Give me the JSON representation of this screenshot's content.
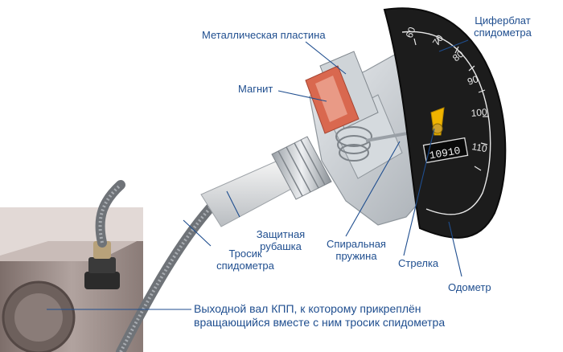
{
  "labels": {
    "metal_plate": "Металлическая пластина",
    "magnet": "Магнит",
    "dial": [
      "Циферблат",
      "спидометра"
    ],
    "protective_sleeve": [
      "Защитная",
      "рубашка"
    ],
    "spiral_spring": [
      "Спиральная",
      "пружина"
    ],
    "needle": "Стрелка",
    "cable": [
      "Тросик",
      "спидометра"
    ],
    "odometer": "Одометр",
    "output_shaft": [
      "Выходной вал КПП, к которому прикреплён",
      "вращающийся вместе с ним тросик спидометра"
    ]
  },
  "dial_scale": [
    "60",
    "70",
    "80",
    "90",
    "100",
    "110"
  ],
  "odometer_digits": "10910",
  "colors": {
    "label_text": "#1f4e8f",
    "leader_line": "#1f4e8f",
    "dial_face": "#1c1c1c",
    "needle": "#f0b400",
    "magnet": "#d9684f",
    "metal": "#c9ced3"
  }
}
